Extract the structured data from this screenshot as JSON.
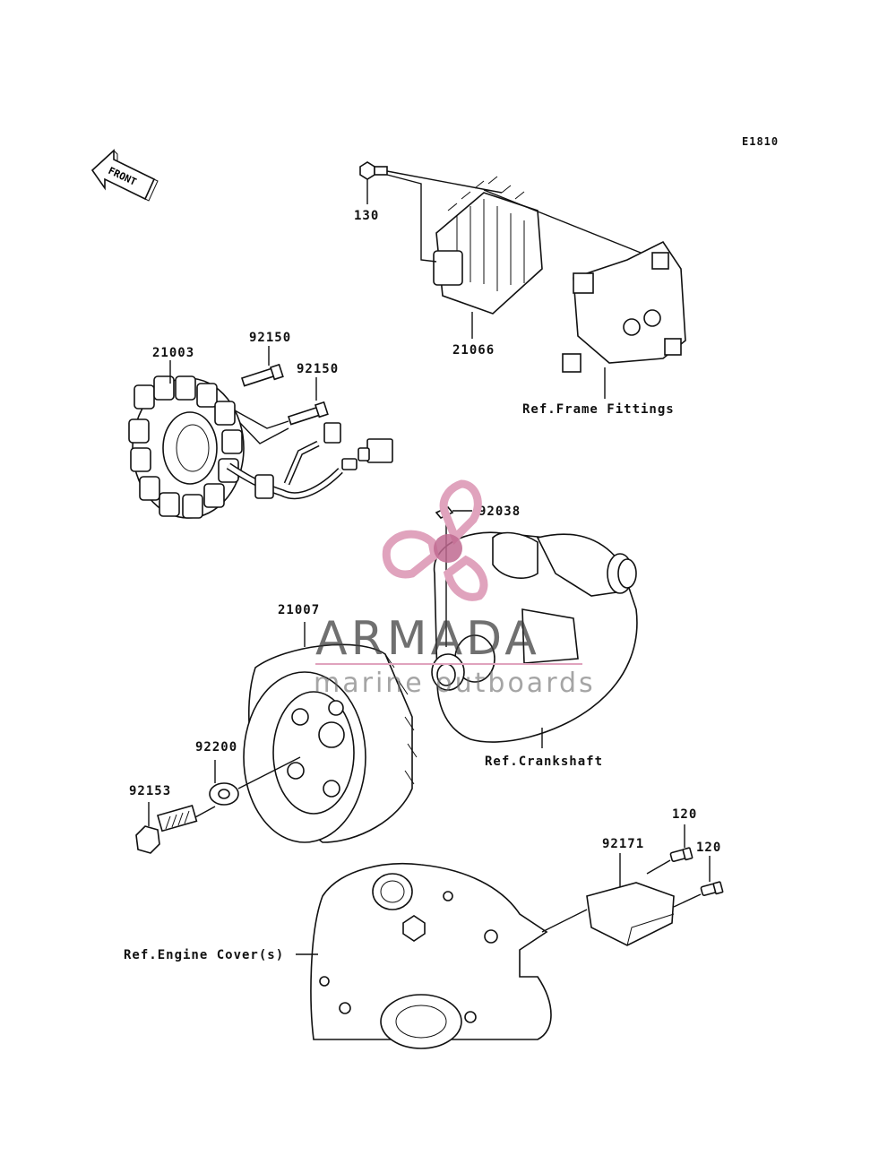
{
  "diagram": {
    "code": "E1810",
    "front_label": "FRONT"
  },
  "parts": {
    "p130": "130",
    "p21066": "21066",
    "p21003": "21003",
    "p92150a": "92150",
    "p92150b": "92150",
    "p92038": "92038",
    "p21007": "21007",
    "p92200": "92200",
    "p92153": "92153",
    "p120a": "120",
    "p120b": "120",
    "p92171": "92171"
  },
  "refs": {
    "frame": "Ref.Frame Fittings",
    "crankshaft": "Ref.Crankshaft",
    "engine_cover": "Ref.Engine Cover(s)"
  },
  "watermark": {
    "title": "ARMADA",
    "subtitle": "marine outboards",
    "accent_color": "#e0a3bd",
    "dark_color": "#c06a90"
  }
}
